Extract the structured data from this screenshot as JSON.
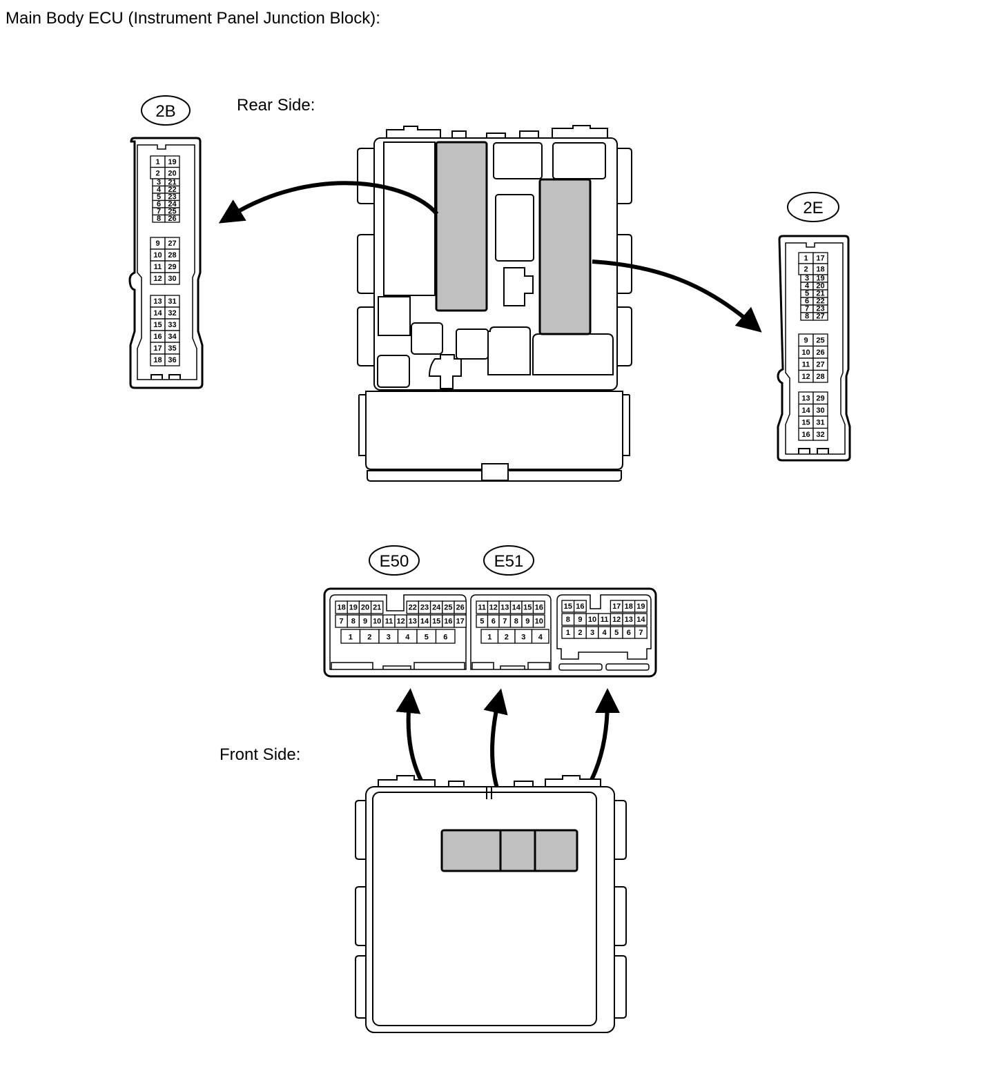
{
  "title": "Main Body ECU (Instrument Panel Junction Block):",
  "views": {
    "rear_label": "Rear Side:",
    "front_label": "Front Side:"
  },
  "connectors": {
    "c2B": {
      "id": "2B",
      "groups": [
        [
          [
            "1",
            "19"
          ],
          [
            "2",
            "20"
          ],
          [
            "3",
            "21"
          ],
          [
            "4",
            "22"
          ],
          [
            "5",
            "23"
          ],
          [
            "6",
            "24"
          ],
          [
            "7",
            "25"
          ],
          [
            "8",
            "26"
          ]
        ],
        [
          [
            "9",
            "27"
          ],
          [
            "10",
            "28"
          ],
          [
            "11",
            "29"
          ],
          [
            "12",
            "30"
          ]
        ],
        [
          [
            "13",
            "31"
          ],
          [
            "14",
            "32"
          ],
          [
            "15",
            "33"
          ],
          [
            "16",
            "34"
          ],
          [
            "17",
            "35"
          ],
          [
            "18",
            "36"
          ]
        ]
      ]
    },
    "c2E": {
      "id": "2E",
      "groups": [
        [
          [
            "1",
            "17"
          ],
          [
            "2",
            "18"
          ],
          [
            "3",
            "19"
          ],
          [
            "4",
            "20"
          ],
          [
            "5",
            "21"
          ],
          [
            "6",
            "22"
          ],
          [
            "7",
            "23"
          ],
          [
            "8",
            "27"
          ]
        ],
        [
          [
            "9",
            "25"
          ],
          [
            "10",
            "26"
          ],
          [
            "11",
            "27"
          ],
          [
            "12",
            "28"
          ]
        ],
        [
          [
            "13",
            "29"
          ],
          [
            "14",
            "30"
          ],
          [
            "15",
            "31"
          ],
          [
            "16",
            "32"
          ]
        ]
      ]
    },
    "cE50": {
      "id": "E50",
      "rows": [
        [
          "18",
          "19",
          "20",
          "21",
          "",
          "",
          "22",
          "23",
          "24",
          "25",
          "26"
        ],
        [
          "7",
          "8",
          "9",
          "10",
          "11",
          "12",
          "13",
          "14",
          "15",
          "16",
          "17"
        ],
        [
          "1",
          "2",
          "3",
          "4",
          "5",
          "6"
        ]
      ]
    },
    "cE51": {
      "id": "E51",
      "rows": [
        [
          "11",
          "12",
          "13",
          "14",
          "15",
          "16"
        ],
        [
          "5",
          "6",
          "7",
          "8",
          "9",
          "10"
        ],
        [
          "1",
          "2",
          "3",
          "4"
        ]
      ]
    },
    "c3": {
      "rows": [
        [
          "15",
          "16",
          "",
          "",
          "17",
          "18",
          "19"
        ],
        [
          "8",
          "9",
          "10",
          "11",
          "12",
          "13",
          "14"
        ],
        [
          "1",
          "2",
          "3",
          "4",
          "5",
          "6",
          "7"
        ]
      ]
    }
  },
  "colors": {
    "line": "#000000",
    "fill_highlight": "#c0c0c0",
    "background": "#ffffff"
  }
}
